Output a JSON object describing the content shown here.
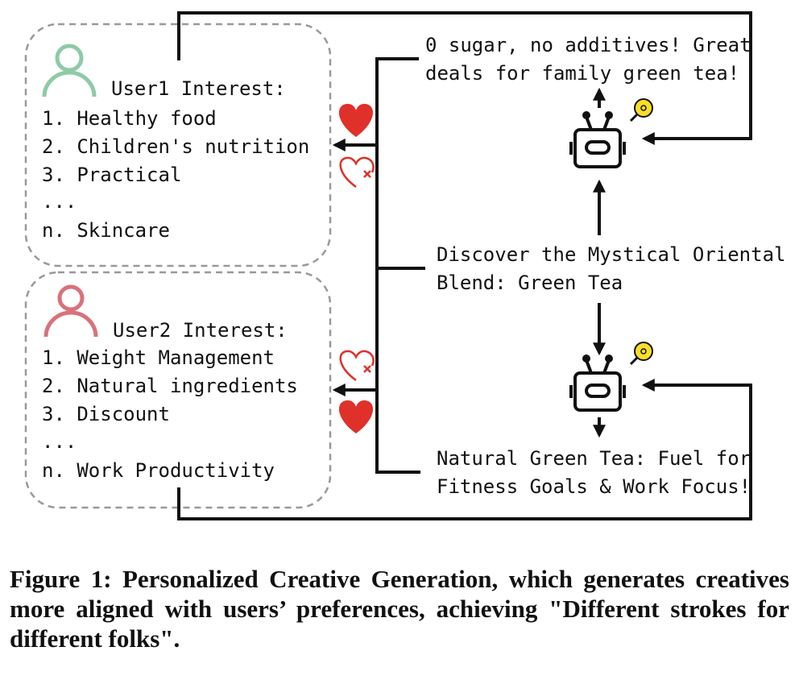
{
  "user1": {
    "title": "User1 Interest:",
    "items": [
      "1. Healthy food",
      "2. Children's nutrition",
      "3. Practical",
      "...",
      "n. Skincare"
    ],
    "icon": "user-icon",
    "color": "#8fcaa8"
  },
  "user2": {
    "title": "User2 Interest:",
    "items": [
      "1. Weight Management",
      "2. Natural ingredients",
      "3. Discount",
      "...",
      "n. Work Productivity"
    ],
    "icon": "user-icon",
    "color": "#d9727a"
  },
  "creatives": {
    "top": [
      "0 sugar, no additives! Great",
      "deals for family green tea!"
    ],
    "middle": [
      "Discover the Mystical Oriental",
      "Blend: Green Tea"
    ],
    "bottom": [
      "Natural Green Tea: Fuel for",
      "Fitness Goals & Work Focus!"
    ]
  },
  "icons": {
    "robot": "robot-icon",
    "idea": "lightbulb-icon",
    "like": "heart-icon",
    "dislike": "broken-heart-x-icon"
  },
  "colors": {
    "heart": "#e0302a",
    "bulb": "#f7df27",
    "border": "#999999",
    "line": "#111111"
  },
  "caption": "Figure 1: Personalized Creative Generation, which generates creatives more aligned with users’ preferences, achieving \"Different strokes for different folks\"."
}
